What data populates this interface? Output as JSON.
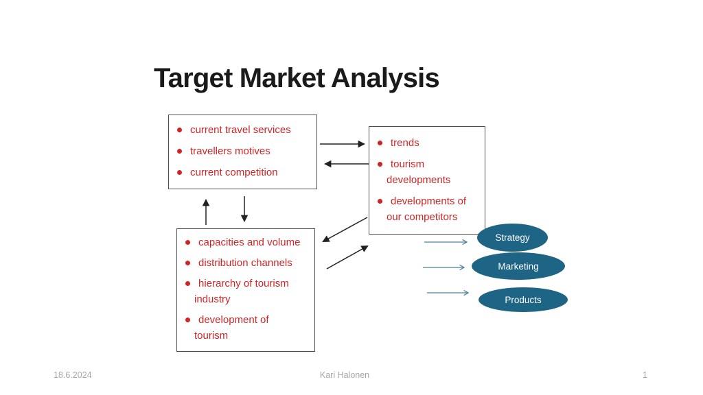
{
  "slide": {
    "title": "Target Market Analysis",
    "footer": {
      "date": "18.6.2024",
      "author": "Kari Halonen",
      "page_number": "1"
    }
  },
  "boxes": {
    "current_market": {
      "items": [
        "current travel services",
        "travellers motives",
        "current competition"
      ]
    },
    "trends": {
      "items": [
        "trends",
        "tourism developments",
        "developments of our competitors"
      ]
    },
    "industry": {
      "items": [
        "capacities and volume",
        "distribution channels",
        "hierarchy of tourism industry",
        "development of tourism"
      ]
    }
  },
  "ovals": [
    {
      "label": "Strategy"
    },
    {
      "label": "Marketing"
    },
    {
      "label": "Products"
    }
  ],
  "colors": {
    "accent_red": "#d02525",
    "oval_fill": "#1e6484",
    "oval_text": "#ffffff",
    "arrow_black": "#222222",
    "arrow_teal": "#4d7f99",
    "box_border": "#4d4d4d",
    "title_color": "#1a1a1a",
    "footer_color": "#a6a6a6"
  }
}
